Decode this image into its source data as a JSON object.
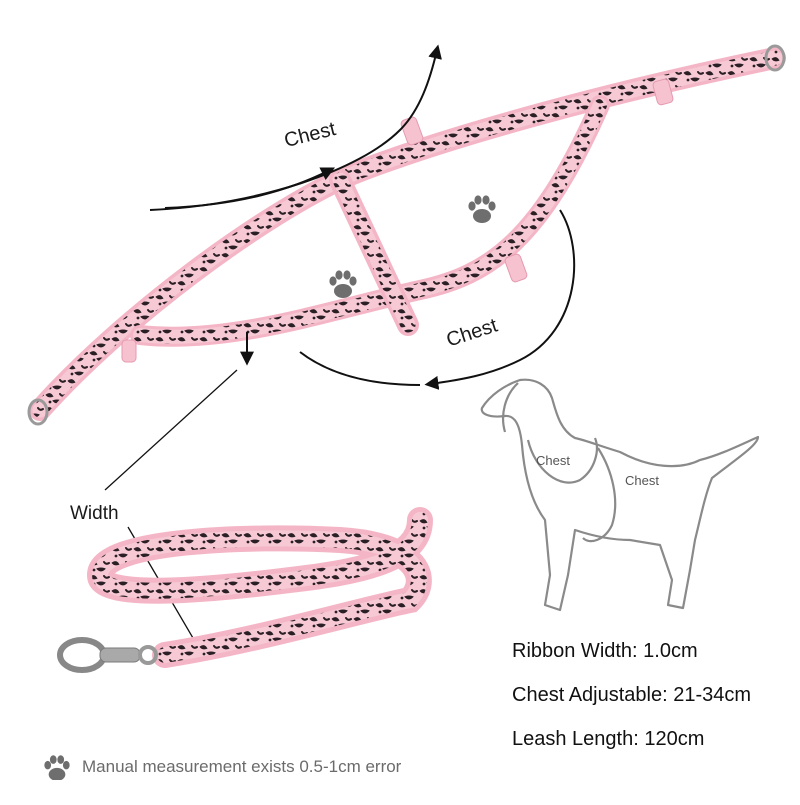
{
  "labels": {
    "chest_top": "Chest",
    "chest_bottom": "Chest",
    "width": "Width",
    "dog_chest_front": "Chest",
    "dog_chest_back": "Chest"
  },
  "specs": {
    "ribbon_width": "Ribbon Width: 1.0cm",
    "chest_adjustable": "Chest Adjustable: 21-34cm",
    "leash_length": "Leash Length: 120cm"
  },
  "note": "Manual measurement exists 0.5-1cm error",
  "icons": [
    "paw-icon",
    "dog-outline-icon",
    "snap-hook-icon",
    "d-ring-icon",
    "arrow-icon"
  ],
  "colors": {
    "strap_pink": "#f2b8c8",
    "strap_print": "#2a1f24",
    "text": "#1a1a1a",
    "note_gray": "#6b6b6b",
    "paw_gray": "#6e6e6e",
    "dog_outline": "#8a8a8a"
  }
}
